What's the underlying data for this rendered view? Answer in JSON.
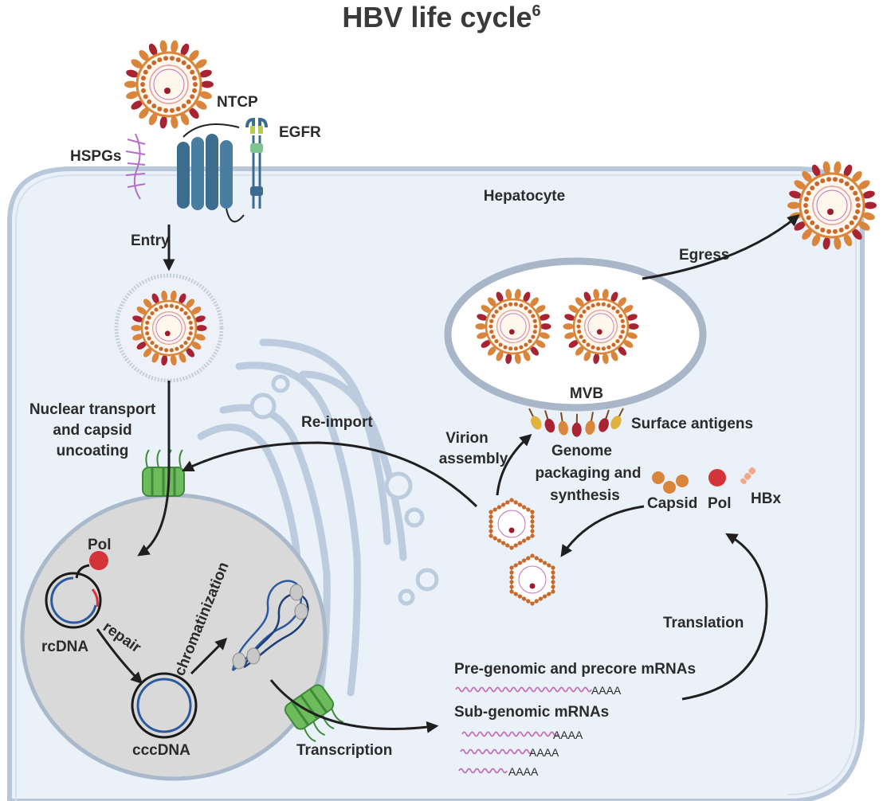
{
  "title": "HBV life cycle",
  "title_sup": "6",
  "labels": {
    "ntcp": "NTCP",
    "egfr": "EGFR",
    "hspgs": "HSPGs",
    "hepatocyte": "Hepatocyte",
    "entry": "Entry",
    "egress": "Egress",
    "nuclear_transport_1": "Nuclear transport",
    "nuclear_transport_2": "and capsid",
    "nuclear_transport_3": "uncoating",
    "reimport": "Re-import",
    "mvb": "MVB",
    "surface_antigens": "Surface antigens",
    "virion_1": "Virion",
    "virion_2": "assembly",
    "genome_1": "Genome",
    "genome_2": "packaging and",
    "genome_3": "synthesis",
    "capsid": "Capsid",
    "pol_cyto": "Pol",
    "hbx": "HBx",
    "pol_nuc": "Pol",
    "rcdna": "rcDNA",
    "repair": "repair",
    "chromatinization": "chromatinization",
    "cccdna": "cccDNA",
    "transcription": "Transcription",
    "translation": "Translation",
    "pregenomic": "Pre-genomic and precore mRNAs",
    "subgenomic": "Sub-genomic mRNAs",
    "polya": [
      "AAAA",
      "AAAA",
      "AAAA",
      "AAAA"
    ]
  },
  "colors": {
    "cytoplasm": "#eaf1f9",
    "membrane": "#b8c8da",
    "nucleus": "#d9d9d9",
    "ntcp_blue": "#3d6d8e",
    "pore_green": "#6dbb5c",
    "spike_orange": "#d9853b",
    "spike_red": "#a92432",
    "pol_red": "#d5333a",
    "mrna_pink": "#c36fb8"
  }
}
